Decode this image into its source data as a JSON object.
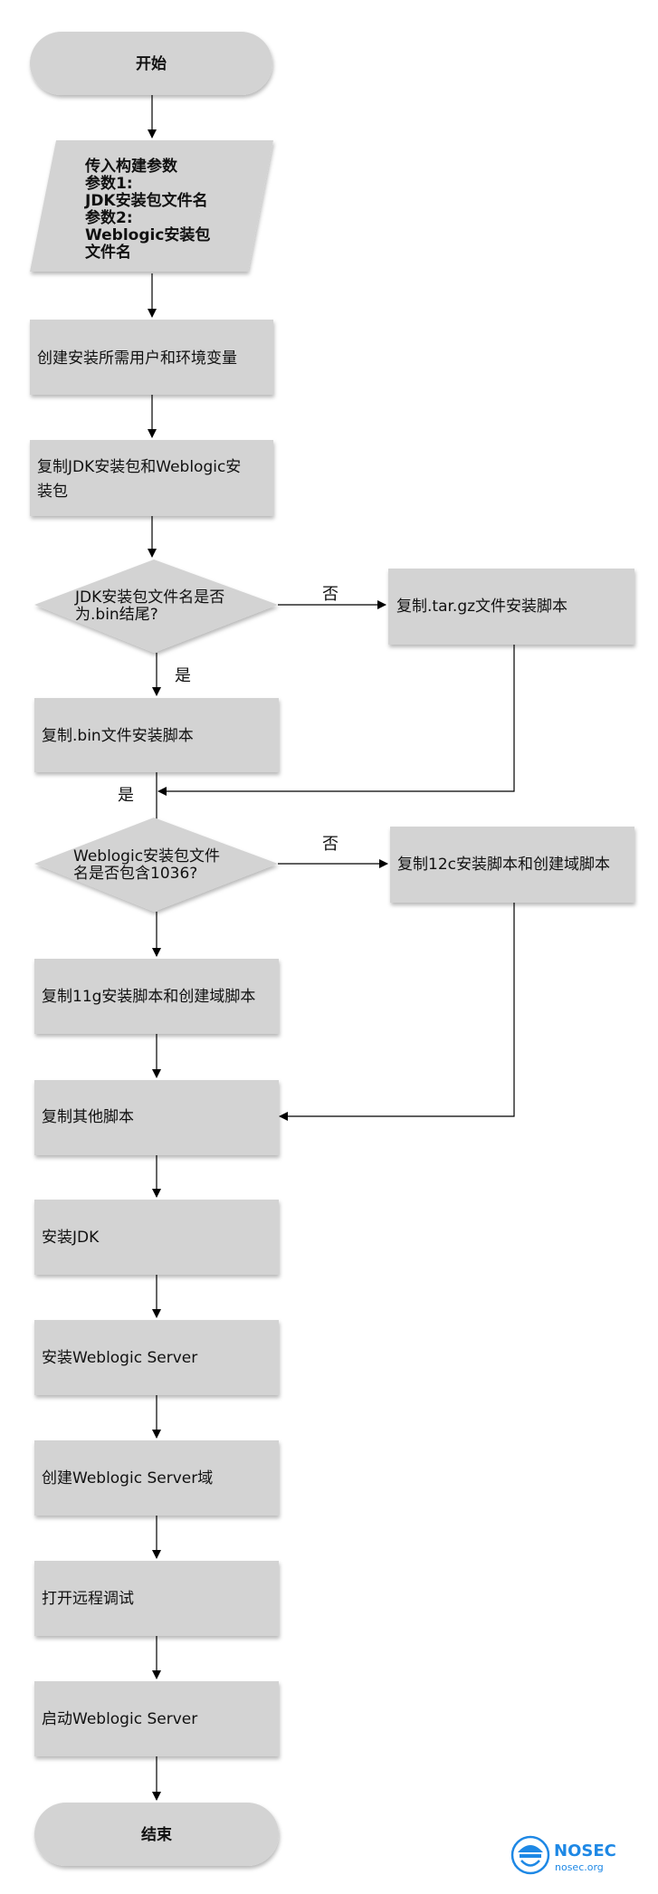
{
  "diagram": {
    "nodes": {
      "start": "开始",
      "params": [
        "传入构建参数",
        "参数1:",
        "JDK安装包文件名",
        "参数2:",
        "Weblogic安装包",
        "文件名"
      ],
      "create_user": "创建安装所需用户和环境变量",
      "copy_pkgs": [
        "复制JDK安装包和Weblogic安",
        "装包"
      ],
      "decision_bin": [
        "JDK安装包文件名是否",
        "为.bin结尾?"
      ],
      "copy_targz": "复制.tar.gz文件安装脚本",
      "copy_bin": "复制.bin文件安装脚本",
      "decision_1036": [
        "Weblogic安装包文件",
        "名是否包含1036?"
      ],
      "copy_12c": "复制12c安装脚本和创建域脚本",
      "copy_11g": "复制11g安装脚本和创建域脚本",
      "copy_other": "复制其他脚本",
      "install_jdk": "安装JDK",
      "install_wls": "安装Weblogic Server",
      "create_domain": "创建Weblogic Server域",
      "open_debug": "打开远程调试",
      "start_wls": "启动Weblogic Server",
      "end": "结束"
    },
    "edge_labels": {
      "no_1": "否",
      "yes_1": "是",
      "yes_2": "是",
      "no_2": "否"
    }
  },
  "watermark": {
    "name": "NOSEC",
    "site": "nosec.org",
    "icon": "nosec-logo-icon",
    "color": "#1e88e5"
  }
}
